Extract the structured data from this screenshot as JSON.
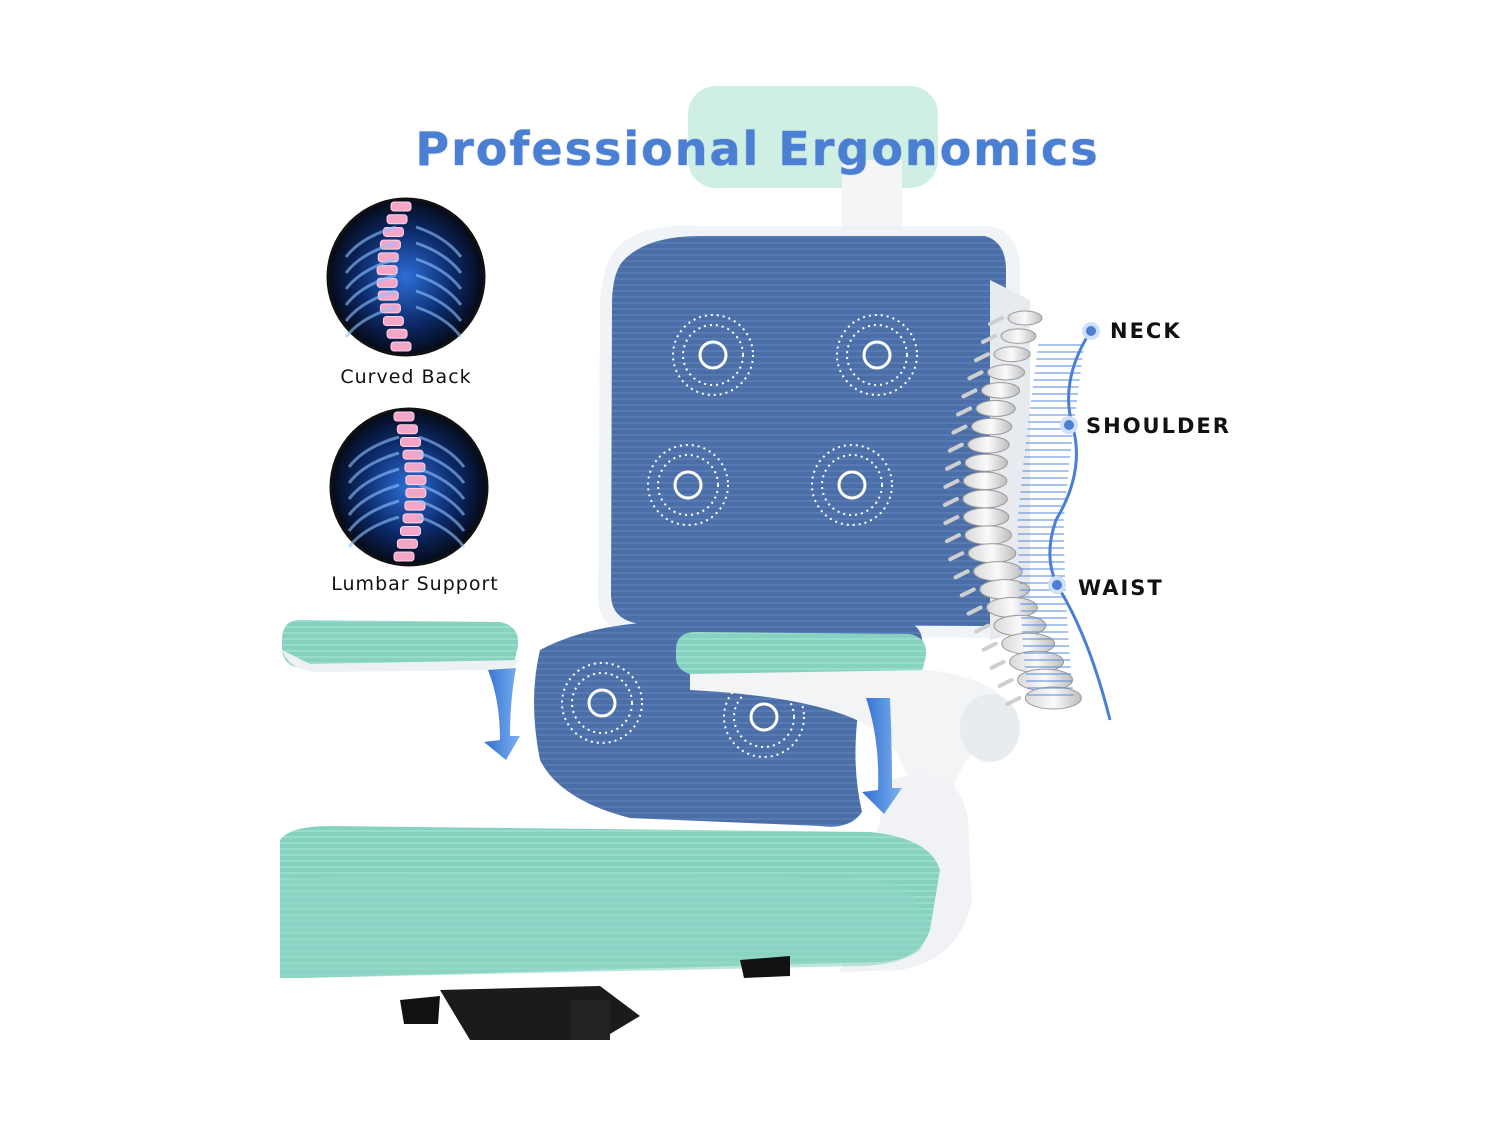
{
  "title": "Professional Ergonomics",
  "left_features": [
    {
      "label": "Curved Back",
      "icon": "curved-back-spine-xray-icon"
    },
    {
      "label": "Lumbar Support",
      "icon": "lumbar-spine-xray-icon"
    }
  ],
  "spine_points": [
    {
      "label": "NECK"
    },
    {
      "label": "SHOULDER"
    },
    {
      "label": "WAIST"
    }
  ],
  "colors": {
    "title": "#4a7fd4",
    "mesh_back": "#4a6fa8",
    "mesh_seat": "#8ed6c4",
    "arrow": "#3d7fd8",
    "frame": "#f2f4f6"
  }
}
